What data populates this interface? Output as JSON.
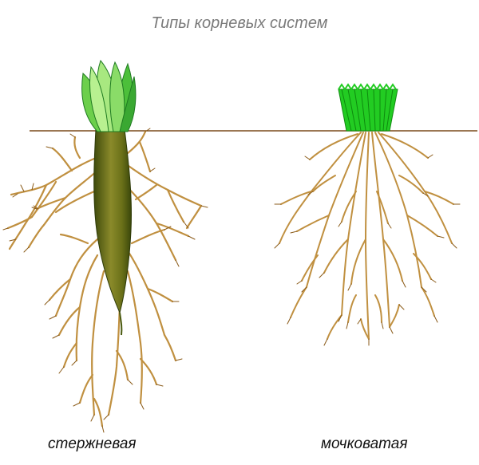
{
  "title": "Типы корневых систем",
  "labels": {
    "taproot": "стержневая",
    "fibrous": "мочковатая"
  },
  "colors": {
    "soil_line": "#7a4a1a",
    "root_fill": "#c8a050",
    "root_outline": "#8a5a18",
    "taproot_dark": "#4a5a10",
    "taproot_light": "#9a9a30",
    "leaf_light": "#9be070",
    "leaf_dark": "#2e9a2a",
    "grass": "#22cc22"
  }
}
